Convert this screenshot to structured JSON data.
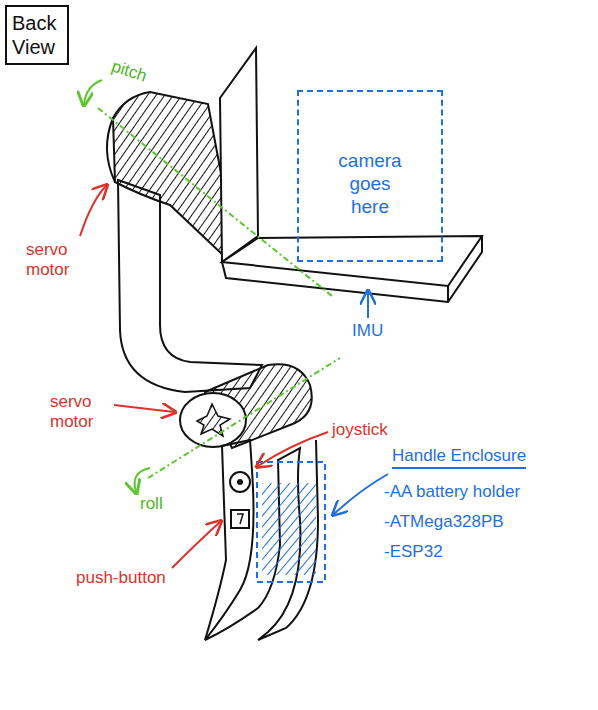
{
  "diagram": {
    "nodes": [
      {
        "text": [
          "Back View"
        ]
      },
      {
        "text": [
          "camera goes here"
        ]
      }
    ],
    "labels": [
      "pitch",
      "servo motor",
      "IMU",
      "servo motor",
      "joystick",
      "roll",
      "push-button",
      "Handle Enclosure",
      "-AA battery holder",
      "-ATMega328PB",
      "-ESP32"
    ]
  }
}
